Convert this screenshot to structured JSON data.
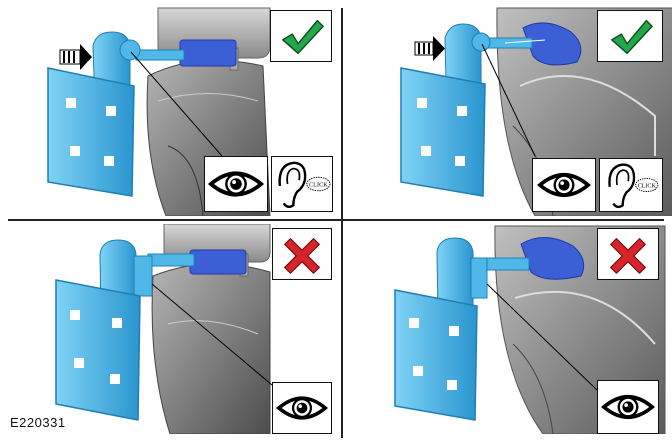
{
  "figure": {
    "id": "E220331",
    "type": "service-manual illustration",
    "subject": "Rear seat entertainment screen bracket attached to headrest"
  },
  "panels": [
    {
      "position": "top-left",
      "verdict": "correct",
      "verdict_icon": "check-icon",
      "indicators": [
        "eye-icon",
        "ear-click-icon"
      ],
      "click_label": "CLICK",
      "push_arrow": true,
      "headrest_mount_color": "#3d5fd6"
    },
    {
      "position": "top-right",
      "verdict": "correct",
      "verdict_icon": "check-icon",
      "indicators": [
        "eye-icon",
        "ear-click-icon"
      ],
      "click_label": "CLICK",
      "push_arrow": true,
      "headrest_mount_color": "#3d5fd6"
    },
    {
      "position": "bottom-left",
      "verdict": "incorrect",
      "verdict_icon": "cross-icon",
      "indicators": [
        "eye-icon"
      ],
      "push_arrow": false,
      "headrest_mount_color": "#3d5fd6"
    },
    {
      "position": "bottom-right",
      "verdict": "incorrect",
      "verdict_icon": "cross-icon",
      "indicators": [
        "eye-icon"
      ],
      "push_arrow": false,
      "headrest_mount_color": "#3d5fd6"
    }
  ],
  "colors": {
    "bracket": "#4fb8e8",
    "bracket_dark": "#1f7fb5",
    "mount": "#3d5fd6",
    "seat": "#8a8a8a",
    "seat_dark": "#5a5a5a",
    "check": "#22a84a",
    "cross": "#d8232a"
  }
}
